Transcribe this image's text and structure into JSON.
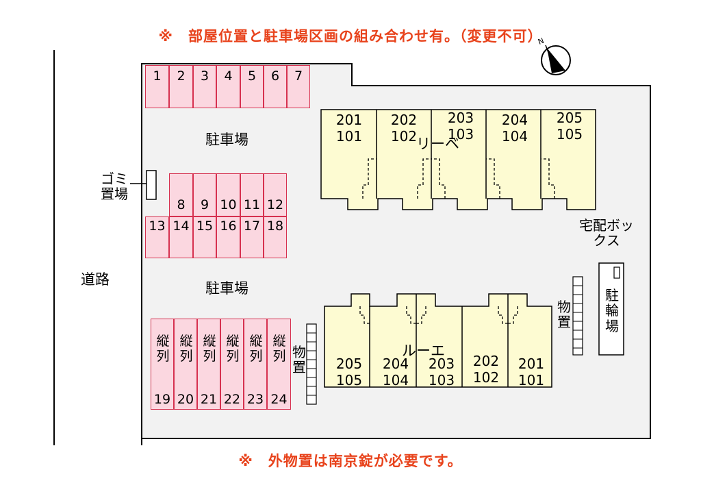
{
  "notes": {
    "top": "※　部屋位置と駐車場区画の組み合わせ有。（変更不可）",
    "bottom": "※　外物置は南京錠が必要です。"
  },
  "compass_letter": "N",
  "labels": {
    "road": "道路",
    "garbage": "ゴミ置場",
    "parking_upper": "駐車場",
    "parking_lower": "駐車場",
    "delivery_box": "宅配ボックス",
    "bicycle": "駐輪場",
    "storage_right": "物置",
    "storage_left": "物置"
  },
  "parking": {
    "row_top": [
      "1",
      "2",
      "3",
      "4",
      "5",
      "6",
      "7"
    ],
    "row_mid": [
      "8",
      "9",
      "10",
      "11",
      "12"
    ],
    "row_low": [
      "13",
      "14",
      "15",
      "16",
      "17",
      "18"
    ],
    "row_bottom": [
      {
        "kind": "縦列",
        "number": "19"
      },
      {
        "kind": "縦列",
        "number": "20"
      },
      {
        "kind": "縦列",
        "number": "21"
      },
      {
        "kind": "縦列",
        "number": "22"
      },
      {
        "kind": "縦列",
        "number": "23"
      },
      {
        "kind": "縦列",
        "number": "24"
      }
    ]
  },
  "buildings": {
    "upper": {
      "name": "リーベ",
      "units": [
        {
          "upper": "201",
          "lower": "101"
        },
        {
          "upper": "202",
          "lower": "102"
        },
        {
          "upper": "203",
          "lower": "103"
        },
        {
          "upper": "204",
          "lower": "104"
        },
        {
          "upper": "205",
          "lower": "105"
        }
      ]
    },
    "lower": {
      "name": "ルーエ",
      "units": [
        {
          "upper": "205",
          "lower": "105"
        },
        {
          "upper": "204",
          "lower": "104"
        },
        {
          "upper": "203",
          "lower": "103"
        },
        {
          "upper": "202",
          "lower": "102"
        },
        {
          "upper": "201",
          "lower": "101"
        }
      ]
    }
  },
  "colors": {
    "note": "#e8431c",
    "parking_fill": "#fbd7e0",
    "parking_border": "#d6304f",
    "building_fill": "#fdfbd2",
    "lot_fill": "#f2f2f2"
  }
}
